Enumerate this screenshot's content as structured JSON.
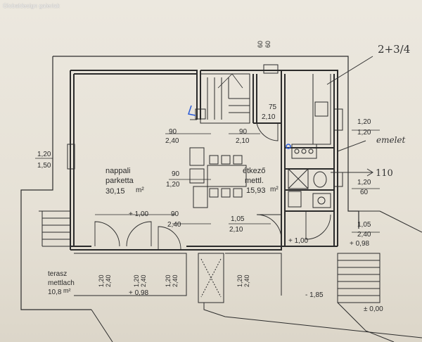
{
  "watermark": "Globaldesign galeriak",
  "colors": {
    "line": "#2b2b2b",
    "paper": "#e9e4da",
    "blue": "#2a5bd7"
  },
  "rooms": {
    "living": {
      "name1": "nappali",
      "name2": "parketta",
      "area": "30,15",
      "unit": "m²"
    },
    "dining": {
      "name1": "étkező",
      "name2": "mettl.",
      "area": "15,93",
      "unit": "m²"
    },
    "terrace": {
      "name1": "terasz",
      "name2": "mettlach",
      "area": "10,8",
      "unit": "m²"
    }
  },
  "openings": {
    "top_window": {
      "w": "60",
      "h": "60"
    },
    "left_window": {
      "w": "1,20",
      "h": "1,50"
    },
    "kitchen_window": {
      "w": "1,20",
      "h": "1,20"
    },
    "small_window": {
      "w": "1,20",
      "h": "60"
    },
    "right_door": {
      "w": "1,05",
      "h": "2,40"
    },
    "door_75": {
      "w": "75",
      "h": "2,10"
    },
    "door_90a": {
      "w": "90",
      "h": "2,40"
    },
    "door_90b": {
      "w": "90",
      "h": "2,10"
    },
    "door_90c": {
      "w": "90",
      "h": "1,20"
    },
    "door_90d": {
      "w": "90",
      "h": "2,40"
    },
    "door_105": {
      "w": "1,05",
      "h": "2,10"
    },
    "t1": {
      "w": "1,20",
      "h": "2,40"
    },
    "t2": {
      "w": "1,20",
      "h": "2,40"
    },
    "t3": {
      "w": "1,20",
      "h": "2,40"
    },
    "t4": {
      "w": "1,20",
      "h": "2,40"
    }
  },
  "levels": {
    "l1": "+ 1,00",
    "l2": "+ 0,98",
    "l3": "+ 1,00",
    "l4": "+ 0,98",
    "l5": "- 1,85",
    "l6": "± 0,00"
  },
  "annotations": {
    "note1": "2+3/4",
    "note2": "emelet",
    "note3": "110"
  }
}
